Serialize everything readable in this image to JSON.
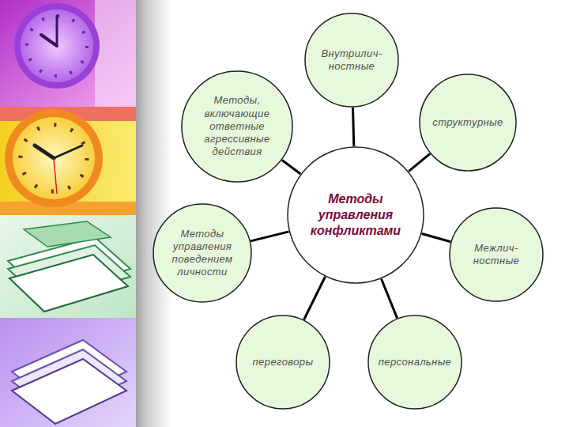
{
  "diagram": {
    "nodes": [
      {
        "text": [
          "Методы управления конфликтами"
        ]
      },
      {
        "text": [
          "Внутрилич- ностные"
        ]
      },
      {
        "text": [
          "структурные"
        ]
      },
      {
        "text": [
          "Межлич- ностные"
        ]
      },
      {
        "text": [
          "персональные"
        ]
      },
      {
        "text": [
          "переговоры"
        ]
      },
      {
        "text": [
          "Методы управления поведением личности"
        ]
      },
      {
        "text": [
          "Методы, включающие ответные агрессивные действия"
        ]
      }
    ],
    "edges": [
      {
        "from": 0,
        "to": 1,
        "arrow": "none"
      },
      {
        "from": 0,
        "to": 2,
        "arrow": "none"
      },
      {
        "from": 0,
        "to": 3,
        "arrow": "none"
      },
      {
        "from": 0,
        "to": 4,
        "arrow": "none"
      },
      {
        "from": 0,
        "to": 5,
        "arrow": "none"
      },
      {
        "from": 0,
        "to": 6,
        "arrow": "none"
      },
      {
        "from": 0,
        "to": 7,
        "arrow": "none"
      }
    ]
  }
}
